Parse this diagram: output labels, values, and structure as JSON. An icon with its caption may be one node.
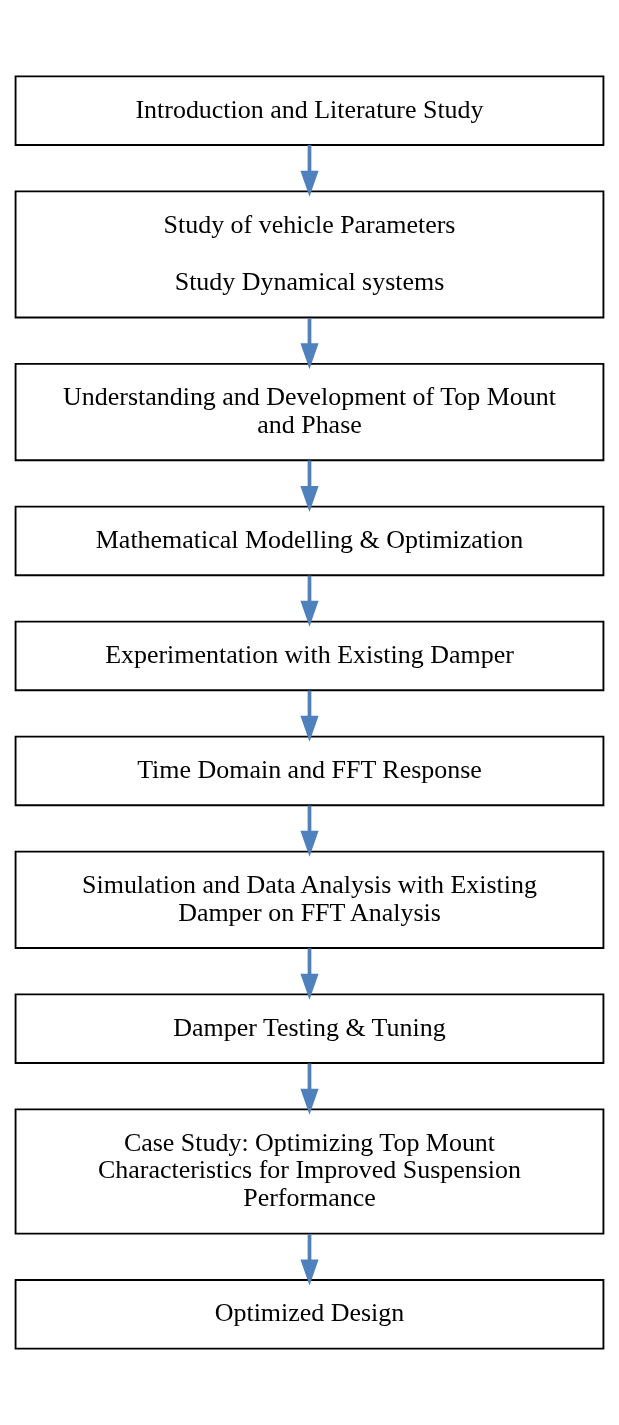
{
  "diagram": {
    "nodes": [
      {
        "text": [
          "Introduction and Literature Study"
        ]
      },
      {
        "text": [
          "Study of vehicle Parameters",
          "Study Dynamical systems"
        ]
      },
      {
        "text": [
          "Understanding and Development of Top Mount and Phase"
        ]
      },
      {
        "text": [
          "Mathematical Modelling & Optimization"
        ]
      },
      {
        "text": [
          "Experimentation with Existing Damper"
        ]
      },
      {
        "text": [
          "Time Domain and FFT Response"
        ]
      },
      {
        "text": [
          "Simulation and Data Analysis with Existing Damper on FFT Analysis"
        ]
      },
      {
        "text": [
          "Damper Testing & Tuning"
        ]
      },
      {
        "text": [
          "Case Study: Optimizing Top Mount Characteristics for Improved Suspension Performance"
        ]
      },
      {
        "text": [
          "Optimized Design"
        ]
      }
    ],
    "edges": [
      {
        "from": 0,
        "to": 1,
        "arrow": "to"
      },
      {
        "from": 1,
        "to": 2,
        "arrow": "to"
      },
      {
        "from": 2,
        "to": 3,
        "arrow": "to"
      },
      {
        "from": 3,
        "to": 4,
        "arrow": "to"
      },
      {
        "from": 4,
        "to": 5,
        "arrow": "to"
      },
      {
        "from": 5,
        "to": 6,
        "arrow": "to"
      },
      {
        "from": 6,
        "to": 7,
        "arrow": "to"
      },
      {
        "from": 7,
        "to": 8,
        "arrow": "to"
      },
      {
        "from": 8,
        "to": 9,
        "arrow": "to"
      }
    ]
  }
}
